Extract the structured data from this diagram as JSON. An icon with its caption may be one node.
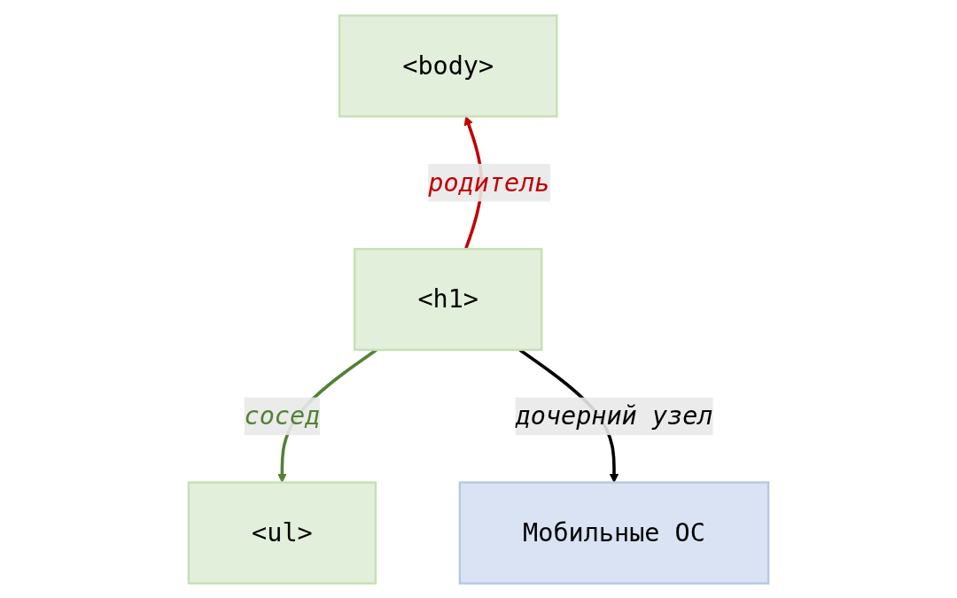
{
  "diagram": {
    "nodes": [
      {
        "text": [
          "<body>"
        ]
      },
      {
        "text": [
          "<h1>"
        ]
      },
      {
        "text": [
          "<ul>"
        ]
      },
      {
        "text": [
          "Мобильные ОС"
        ]
      }
    ],
    "edges": [
      {
        "from": 1,
        "to": 0,
        "arrow": "to",
        "label": "родитель",
        "color": "#c00000"
      },
      {
        "from": 1,
        "to": 2,
        "arrow": "to",
        "label": "сосед",
        "color": "#538135"
      },
      {
        "from": 1,
        "to": 3,
        "arrow": "to",
        "label": "дочерний узел",
        "color": "#000000"
      }
    ]
  }
}
